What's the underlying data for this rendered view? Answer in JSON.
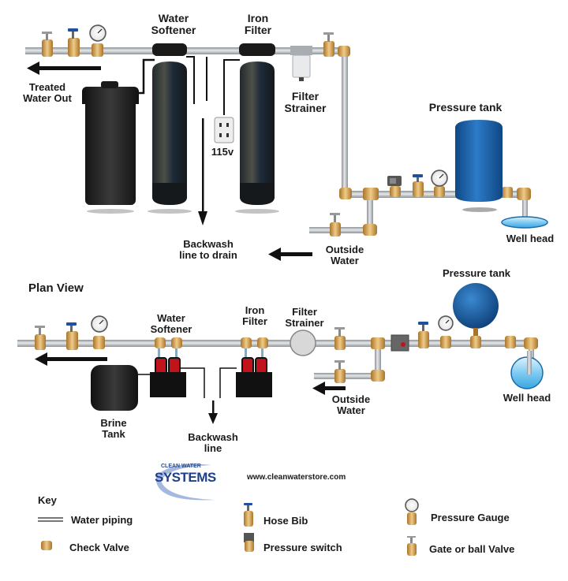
{
  "elevation": {
    "labels": {
      "water_softener": "Water\nSoftener",
      "iron_filter": "Iron\nFilter",
      "filter_strainer": "Filter\nStrainer",
      "pressure_tank": "Pressure tank",
      "treated_water_out": "Treated\nWater Out",
      "power_outlet": "115v",
      "backwash": "Backwash\nline to drain",
      "outside_water": "Outside\nWater",
      "well_head": "Well head"
    }
  },
  "plan": {
    "title": "Plan View",
    "labels": {
      "water_softener": "Water\nSoftener",
      "iron_filter": "Iron\nFilter",
      "filter_strainer": "Filter\nStrainer",
      "pressure_tank": "Pressure tank",
      "brine_tank": "Brine\nTank",
      "backwash": "Backwash\nline",
      "outside_water": "Outside\nWater",
      "well_head": "Well head"
    }
  },
  "brand": {
    "logo_top": "CLEAN WATER",
    "logo_main": "SYSTEMS",
    "url": "www.cleanwaterstore.com"
  },
  "key": {
    "title": "Key",
    "items": [
      {
        "icon": "water-piping-icon",
        "label": "Water piping"
      },
      {
        "icon": "check-valve-icon",
        "label": "Check Valve"
      },
      {
        "icon": "hose-bib-icon",
        "label": "Hose Bib"
      },
      {
        "icon": "pressure-switch-icon",
        "label": "Pressure switch"
      },
      {
        "icon": "pressure-gauge-icon",
        "label": "Pressure Gauge"
      },
      {
        "icon": "gate-valve-icon",
        "label": "Gate or ball Valve"
      }
    ]
  },
  "colors": {
    "pipe": "#b8bcc0",
    "brass": "#d4a356",
    "tank_blue": "#1f62a8",
    "tank_dark": "#2a2f33",
    "valve_red": "#c0141c",
    "water": "#58b8ec"
  }
}
